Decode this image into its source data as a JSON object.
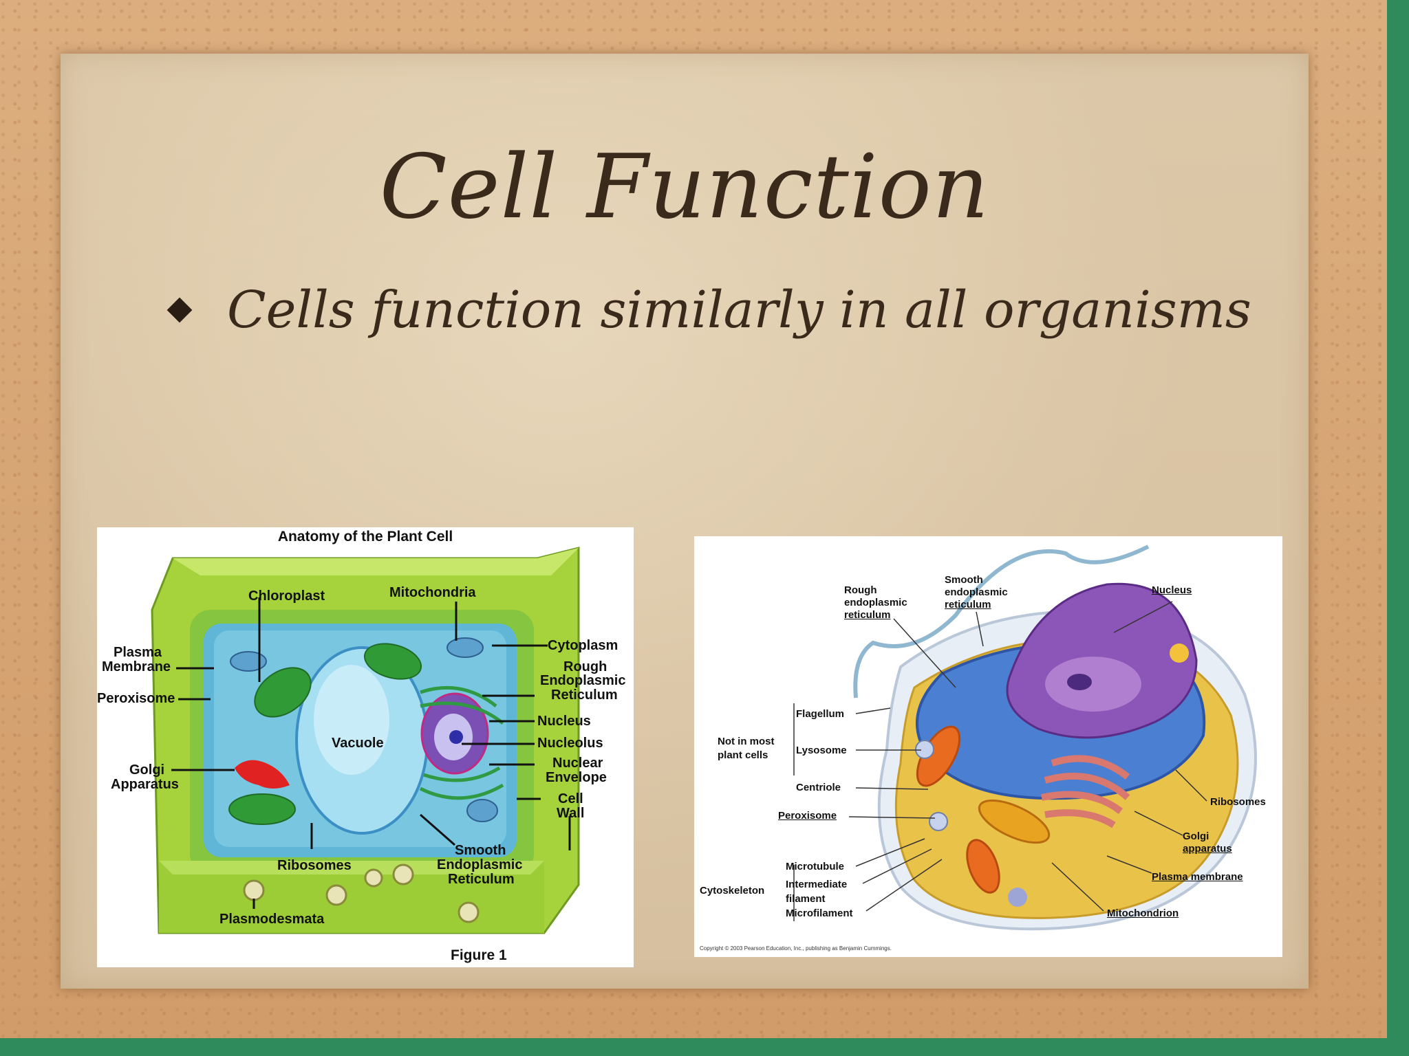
{
  "slide": {
    "title": "Cell Function",
    "bullets": [
      "Cells function similarly in all organisms"
    ]
  },
  "figure_plant": {
    "heading": "Anatomy of the Plant Cell",
    "caption": "Figure 1",
    "labels": {
      "chloroplast": "Chloroplast",
      "mitochondria": "Mitochondria",
      "plasma_membrane_1": "Plasma",
      "plasma_membrane_2": "Membrane",
      "peroxisome": "Peroxisome",
      "golgi_1": "Golgi",
      "golgi_2": "Apparatus",
      "vacuole": "Vacuole",
      "cytoplasm": "Cytoplasm",
      "rough_er_1": "Rough",
      "rough_er_2": "Endoplasmic",
      "rough_er_3": "Reticulum",
      "nucleus": "Nucleus",
      "nucleolus": "Nucleolus",
      "nuclear_env_1": "Nuclear",
      "nuclear_env_2": "Envelope",
      "cell_wall_1": "Cell",
      "cell_wall_2": "Wall",
      "smooth_er_1": "Smooth",
      "smooth_er_2": "Endoplasmic",
      "smooth_er_3": "Reticulum",
      "ribosomes": "Ribosomes",
      "plasmodesmata": "Plasmodesmata"
    }
  },
  "figure_animal": {
    "labels": {
      "rough_er_1": "Rough",
      "rough_er_2": "endoplasmic",
      "rough_er_3": "reticulum",
      "smooth_er_1": "Smooth",
      "smooth_er_2": "endoplasmic",
      "smooth_er_3": "reticulum",
      "nucleus": "Nucleus",
      "flagellum": "Flagellum",
      "not_in_plant_1": "Not in most",
      "not_in_plant_2": "plant cells",
      "lysosome": "Lysosome",
      "centriole": "Centriole",
      "peroxisome": "Peroxisome",
      "ribosomes": "Ribosomes",
      "golgi_1": "Golgi",
      "golgi_2": "apparatus",
      "microtubule": "Microtubule",
      "cytoskeleton": "Cytoskeleton",
      "intermediate_1": "Intermediate",
      "intermediate_2": "filament",
      "microfilament": "Microfilament",
      "plasma_membrane": "Plasma membrane",
      "mitochondrion": "Mitochondrion"
    },
    "copyright": "Copyright © 2003 Pearson Education, Inc., publishing as Benjamin Cummings."
  },
  "colors": {
    "cork": "#d6a373",
    "paper": "#d8c4a3",
    "frame_green": "#2f8a5c",
    "title_text": "#3a2a1c"
  }
}
